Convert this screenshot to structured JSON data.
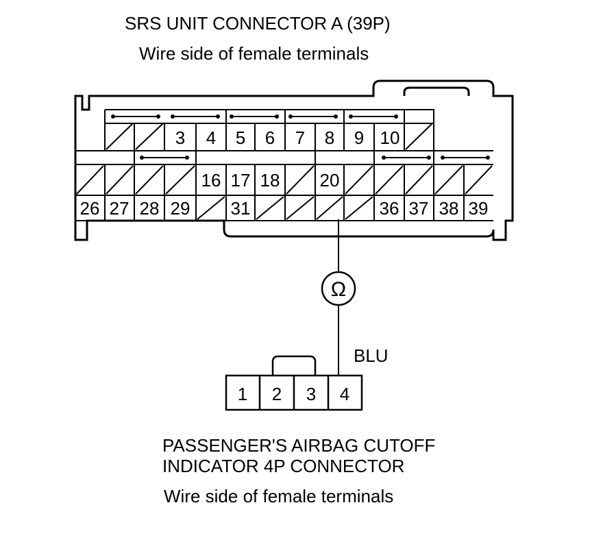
{
  "srs_connector": {
    "title": "SRS UNIT CONNECTOR A (39P)",
    "subtitle": "Wire side of female terminals",
    "row1_pins": [
      "",
      "",
      "3",
      "4",
      "5",
      "6",
      "7",
      "8",
      "9",
      "10",
      ""
    ],
    "row2_pins": [
      "",
      "",
      "",
      "",
      "16",
      "17",
      "18",
      "",
      "20",
      "",
      "",
      "",
      "",
      ""
    ],
    "row3_pins": [
      "26",
      "27",
      "28",
      "29",
      "",
      "31",
      "",
      "",
      "",
      "36",
      "37",
      "38",
      "39"
    ]
  },
  "meter": {
    "symbol": "Ω"
  },
  "wire": {
    "color_label": "BLU"
  },
  "indicator_connector": {
    "title_line1": "PASSENGER'S AIRBAG CUTOFF",
    "title_line2": "INDICATOR 4P CONNECTOR",
    "subtitle": "Wire side of female terminals",
    "pins": [
      "1",
      "2",
      "3",
      "4"
    ]
  }
}
